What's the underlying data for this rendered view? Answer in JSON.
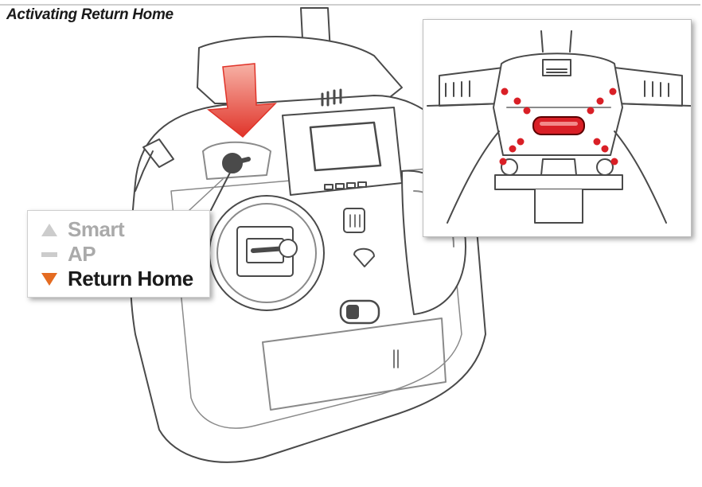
{
  "title": "Activating Return Home",
  "legend": {
    "items": [
      {
        "label": "Smart",
        "symbol": "triangle-up-icon",
        "color": "#cccccc",
        "text_color": "#aaaaaa"
      },
      {
        "label": "AP",
        "symbol": "dash-icon",
        "color": "#cccccc",
        "text_color": "#aaaaaa"
      },
      {
        "label": "Return Home",
        "symbol": "triangle-down-icon",
        "color": "#e46b21",
        "text_color": "#1a1a1a"
      }
    ]
  },
  "colors": {
    "arrow": "#e0342a",
    "led": "#d91f26",
    "line": "#4a4a4a"
  }
}
